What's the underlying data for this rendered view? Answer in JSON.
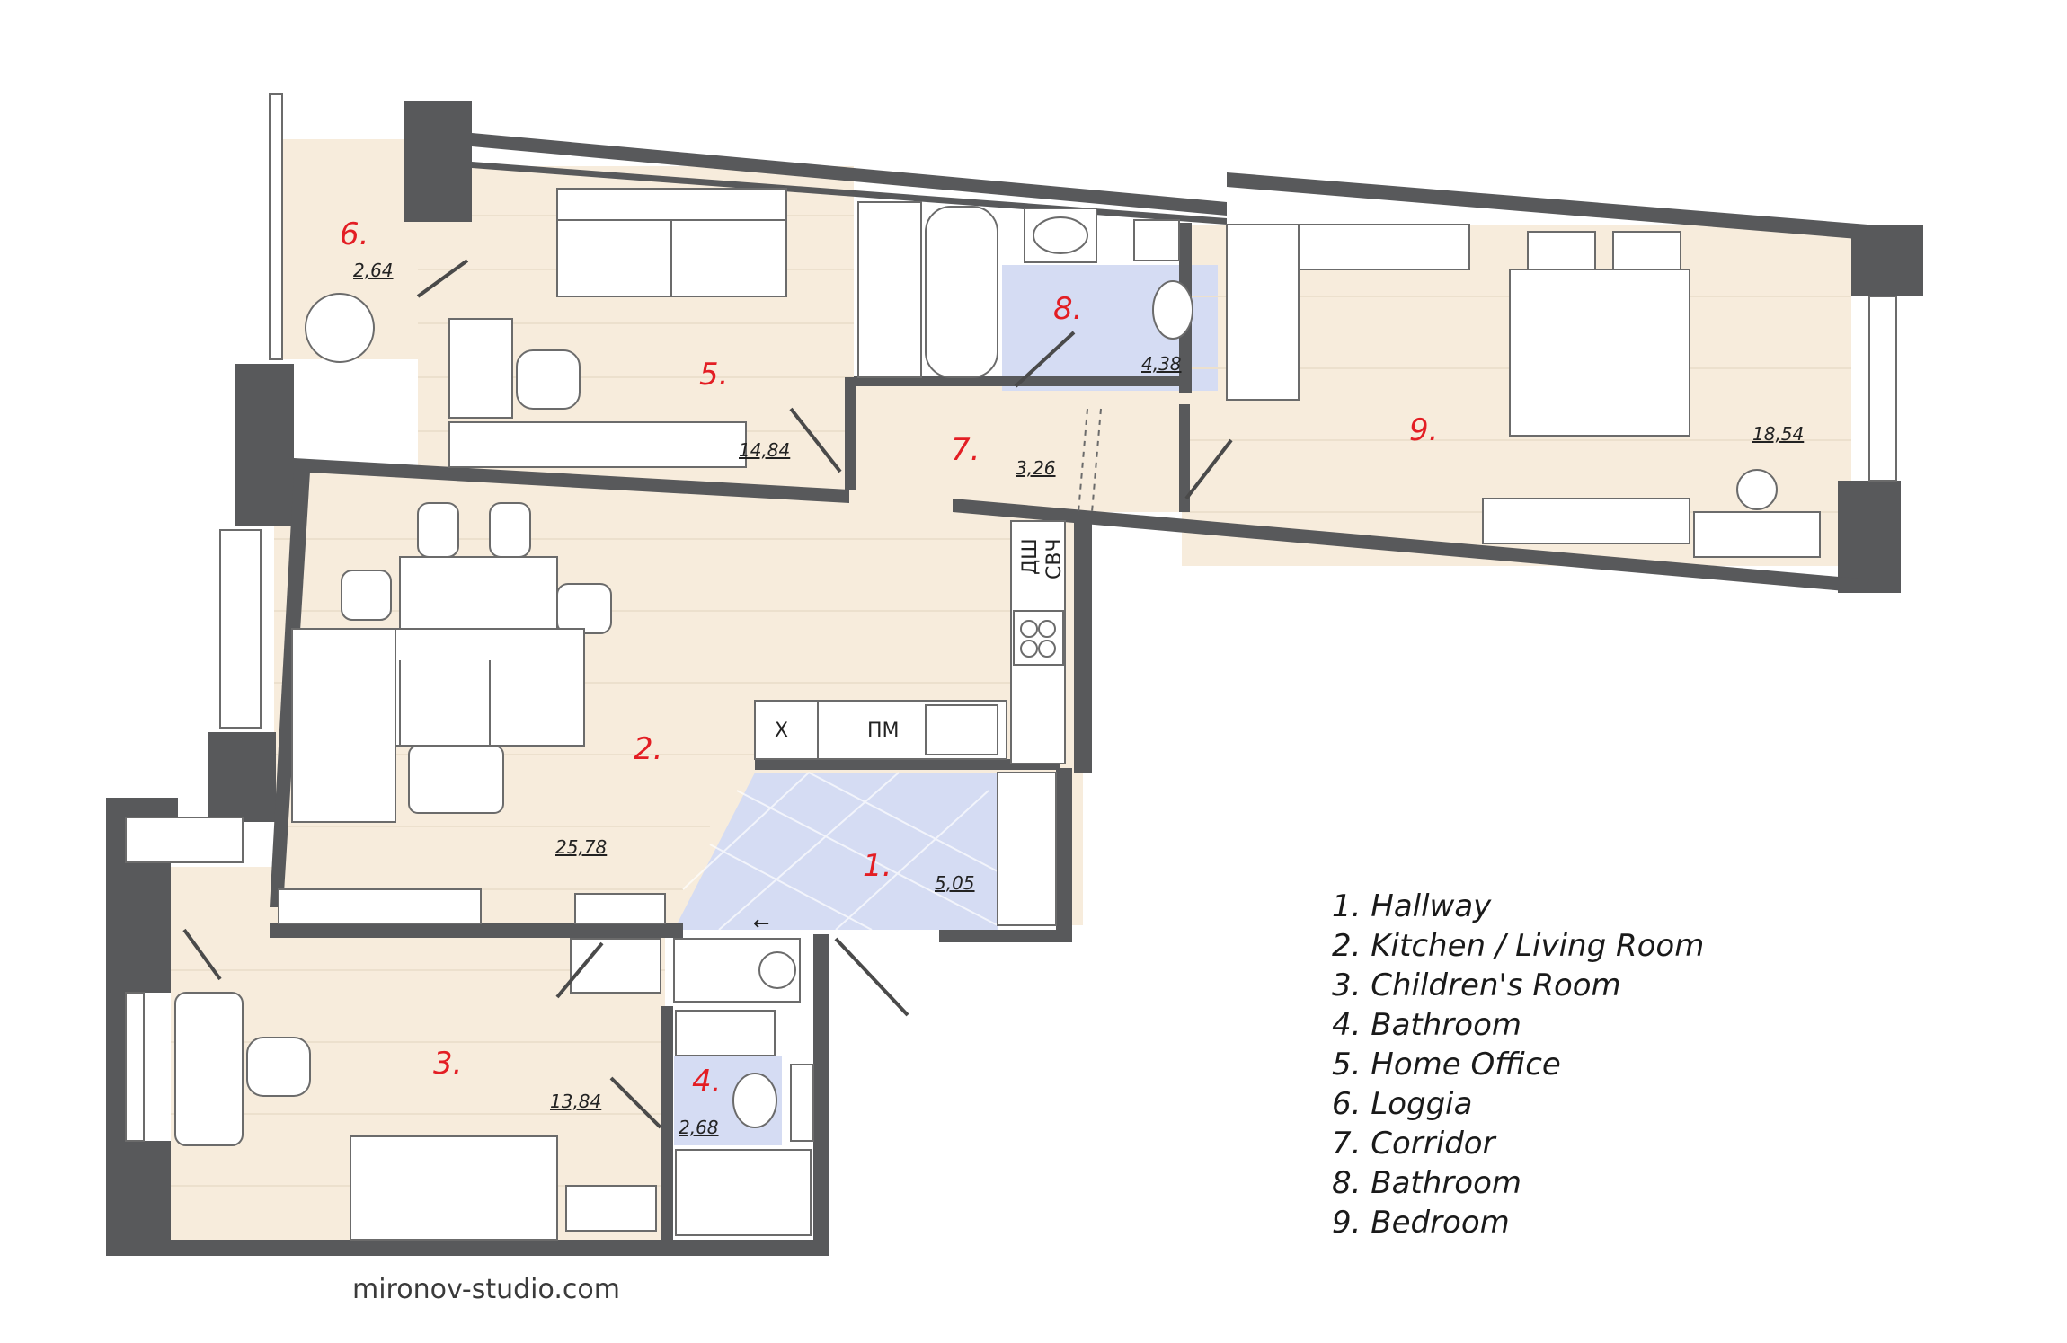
{
  "rooms": [
    {
      "number": "1.",
      "area": "5,05"
    },
    {
      "number": "2.",
      "area": "25,78"
    },
    {
      "number": "3.",
      "area": "13,84"
    },
    {
      "number": "4.",
      "area": "2,68"
    },
    {
      "number": "5.",
      "area": "14,84"
    },
    {
      "number": "6.",
      "area": "2,64"
    },
    {
      "number": "7.",
      "area": "3,26"
    },
    {
      "number": "8.",
      "area": "4,38"
    },
    {
      "number": "9.",
      "area": "18,54"
    }
  ],
  "appliances": {
    "fridge": "Х",
    "dishwasher": "ПМ",
    "dishwasher_2": "ДШ",
    "microwave": "СВЧ",
    "arrow": "←"
  },
  "legend": [
    "1. Hallway",
    "2. Kitchen / Living Room",
    "3. Children's Room",
    "4. Bathroom",
    "5. Home Office",
    "6. Loggia",
    "7. Corridor",
    "8. Bathroom",
    "9. Bedroom"
  ],
  "credit": "mironov-studio.com",
  "colors": {
    "wall": "#58595b",
    "floor": "#f7ecdc",
    "tile": "#d5dcf3",
    "room_number": "#e31e24"
  }
}
